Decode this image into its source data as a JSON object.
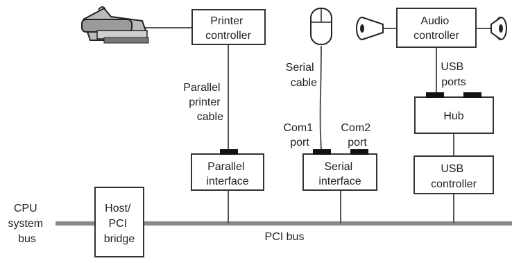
{
  "diagram": {
    "boxes": {
      "printer_controller": [
        "Printer",
        "controller"
      ],
      "audio_controller": [
        "Audio",
        "controller"
      ],
      "hub": [
        "Hub"
      ],
      "parallel_interface": [
        "Parallel",
        "interface"
      ],
      "serial_interface": [
        "Serial",
        "interface"
      ],
      "usb_controller": [
        "USB",
        "controller"
      ],
      "host_pci_bridge": [
        "Host/",
        "PCI",
        "bridge"
      ]
    },
    "labels": {
      "parallel_cable": [
        "Parallel",
        "printer",
        "cable"
      ],
      "serial_cable": [
        "Serial",
        "cable"
      ],
      "usb_ports": [
        "USB",
        "ports"
      ],
      "com1_port": [
        "Com1",
        "port"
      ],
      "com2_port": [
        "Com2",
        "port"
      ],
      "cpu_bus": [
        "CPU",
        "system",
        "bus"
      ],
      "pci_bus": "PCI bus"
    }
  }
}
